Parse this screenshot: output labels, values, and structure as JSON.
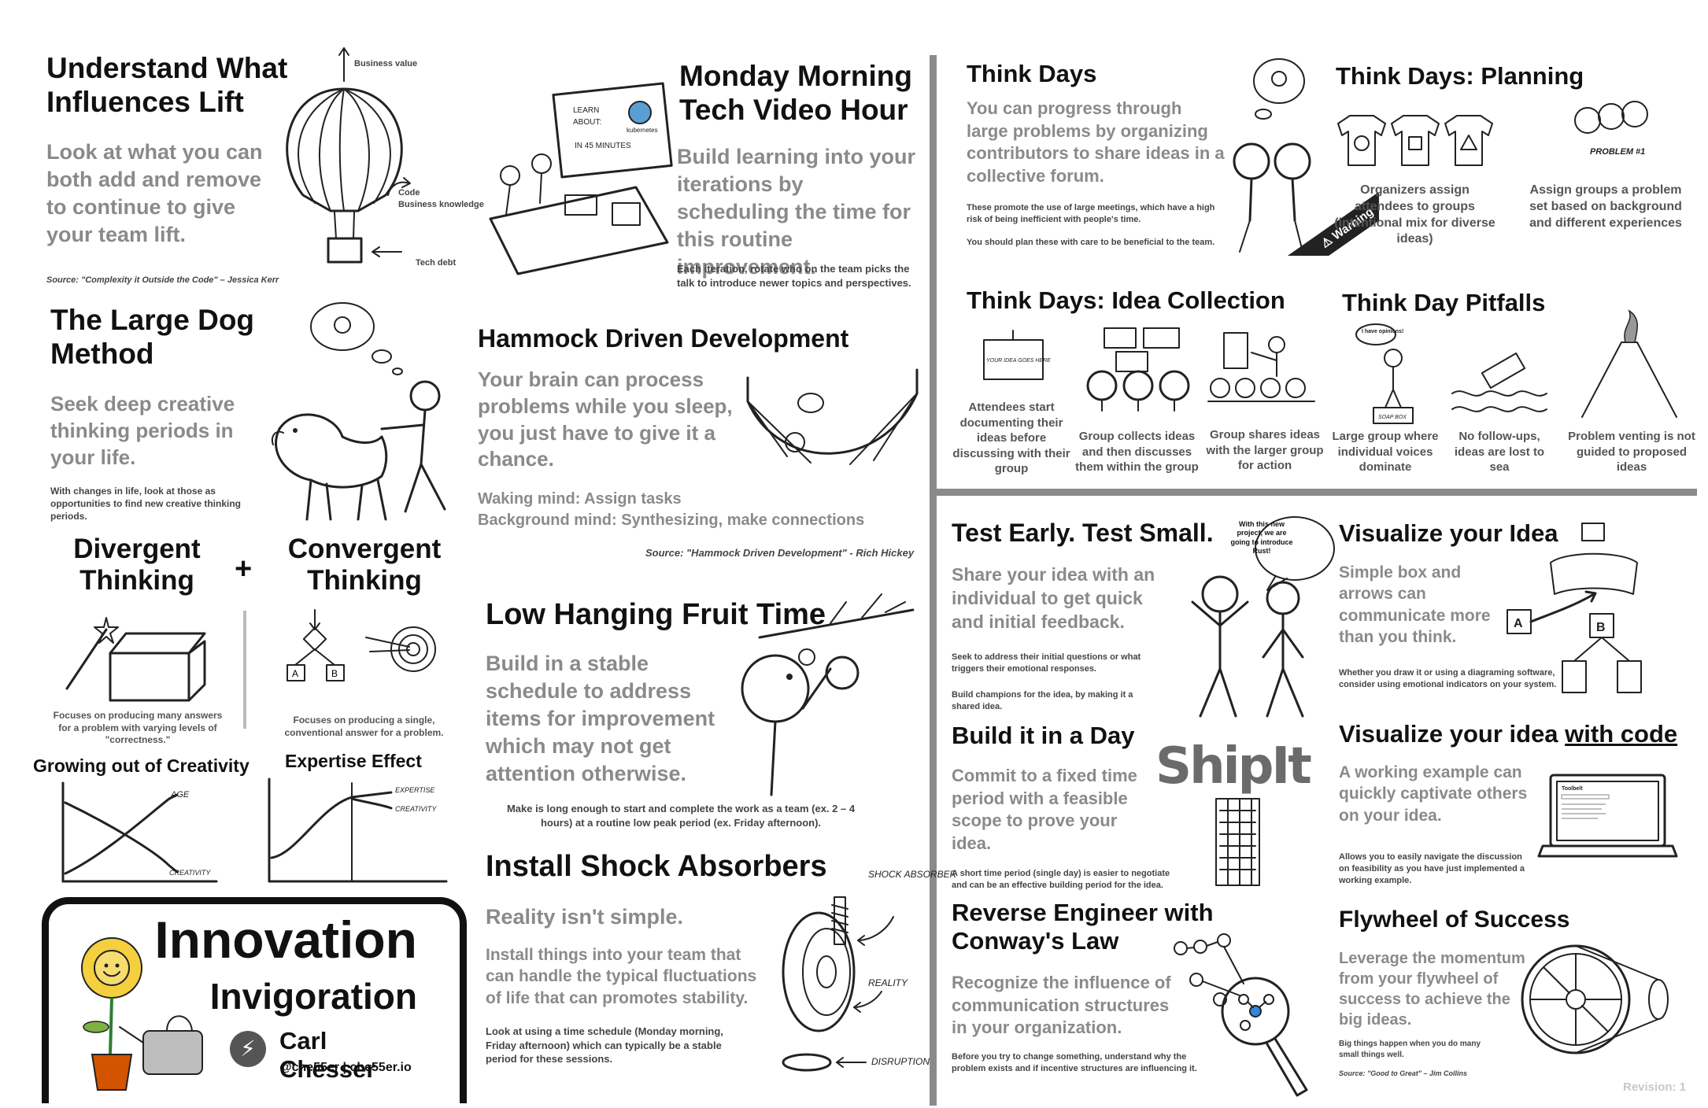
{
  "lift": {
    "title": "Understand What Influences Lift",
    "body": "Look at what you can both add and remove to continue to give your team lift.",
    "source": "Source: \"Complexity it Outside the Code\" – Jessica Kerr",
    "label_business": "Business value",
    "label_code": "Code\nBusiness knowledge",
    "label_debt": "Tech debt"
  },
  "monday": {
    "title": "Monday Morning Tech Video Hour",
    "body": "Build learning into your iterations by scheduling the time for this routine improvement.",
    "note": "Each iteration, rotate who on the team picks the talk to introduce newer topics and perspectives.",
    "board_text": "LEARN ABOUT: kubernetes IN 45 MINUTES"
  },
  "largedog": {
    "title": "The Large Dog Method",
    "body": "Seek deep creative thinking periods in your life.",
    "note": "With changes in life, look at those as opportunities to find new creative thinking periods."
  },
  "hammock": {
    "title": "Hammock Driven Development",
    "body": "Your brain can process problems while you sleep, you just have to give it a chance.",
    "line1": "Waking mind: Assign tasks",
    "line2": "Background mind: Synthesizing, make connections",
    "source": "Source: \"Hammock Driven Development\" - Rich Hickey"
  },
  "divergent": {
    "title": "Divergent Thinking",
    "plus": "+",
    "caption": "Focuses on producing many answers for a problem with varying levels of \"correctness.\""
  },
  "convergent": {
    "title": "Convergent Thinking",
    "caption": "Focuses on producing a single, conventional answer for a problem."
  },
  "growing": {
    "title": "Growing out of Creativity",
    "label_age": "AGE",
    "label_creativity": "CREATIVITY"
  },
  "expertise": {
    "title": "Expertise Effect",
    "label_expertise": "EXPERTISE",
    "label_creativity": "CREATIVITY"
  },
  "lowhanging": {
    "title": "Low Hanging Fruit Time",
    "body": "Build in a stable schedule to address items for improvement which may not get attention otherwise.",
    "note": "Make is long enough to start and complete the work as a team (ex. 2 – 4 hours) at a routine low peak period (ex. Friday afternoon)."
  },
  "shock": {
    "title": "Install Shock Absorbers",
    "subtitle": "Reality isn't simple.",
    "body": "Install things into your team that can handle the typical fluctuations of life that can promotes stability.",
    "note": "Look at using a time schedule (Monday morning, Friday afternoon) which can typically be a stable period for these sessions.",
    "label_absorber": "SHOCK ABSORBER",
    "label_reality": "REALITY",
    "label_disruption": "DISRUPTION"
  },
  "innovation": {
    "title1": "Innovation",
    "title2": "Invigoration",
    "author": "Carl Chesser",
    "handle": "@che55er | che55er.io"
  },
  "thinkdays": {
    "title": "Think Days",
    "body": "You can progress through large problems by organizing contributors to share ideas in a collective forum.",
    "note1": "These promote the use of large meetings, which have a high risk of being inefficient with people's time.",
    "note2": "You should plan these with care to be beneficial to the team.",
    "warning": "⚠ Warning"
  },
  "planning": {
    "title": "Think Days: Planning",
    "cap1": "Organizers assign attendees to groups (intentional mix for diverse ideas)",
    "cap2": "Assign groups a problem set based on background and different experiences",
    "label_problem": "PROBLEM #1"
  },
  "collection": {
    "title": "Think Days: Idea Collection",
    "cap1": "Attendees start documenting their ideas before discussing with their group",
    "cap2": "Group collects ideas and then discusses them within the group",
    "cap3": "Group shares ideas with the larger group for action",
    "sign": "YOUR IDEA GOES HERE"
  },
  "pitfalls": {
    "title": "Think Day Pitfalls",
    "cap1": "Large group where individual voices dominate",
    "cap2": "No follow-ups, ideas are lost to sea",
    "cap3": "Problem venting is not guided to proposed ideas",
    "bubble": "I have opinions!",
    "soapbox": "SOAP BOX"
  },
  "testearly": {
    "title": "Test Early. Test Small.",
    "body": "Share your idea with an individual to get quick and initial feedback.",
    "note1": "Seek to address their initial questions or what triggers their emotional responses.",
    "note2": "Build champions for the idea, by making it a shared idea.",
    "bubble": "With this new project, we are going to introduce Rust!"
  },
  "visualize": {
    "title": "Visualize your Idea",
    "body": "Simple box and arrows can communicate more than you think.",
    "note": "Whether you draw it or using a diagraming software, consider using emotional indicators on your system.",
    "box_a": "A",
    "box_b": "B"
  },
  "buildday": {
    "title": "Build it in a Day",
    "body": "Commit to a fixed time period with a feasible scope to prove your idea.",
    "note": "A short time period (single day) is easier to negotiate and can be an effective building period for the idea.",
    "logo": "ShipIt"
  },
  "vizcode": {
    "title_plain": "Visualize your idea ",
    "title_underlined": "with code",
    "body": "A working example can quickly captivate others on your idea.",
    "note": "Allows you to easily navigate the discussion on feasibility as you have just implemented a working example.",
    "screen_label": "Toolbelt"
  },
  "conway": {
    "title": "Reverse Engineer with Conway's Law",
    "body": "Recognize the influence of communication structures in your organization.",
    "note": "Before you try to change something, understand why the problem exists and if incentive structures are influencing it."
  },
  "flywheel": {
    "title": "Flywheel of Success",
    "body": "Leverage the momentum from your flywheel of success to achieve the big ideas.",
    "note": "Big things happen when you do many small things well.",
    "source": "Source: \"Good to Great\" – Jim Collins"
  },
  "revision": "Revision: 1"
}
